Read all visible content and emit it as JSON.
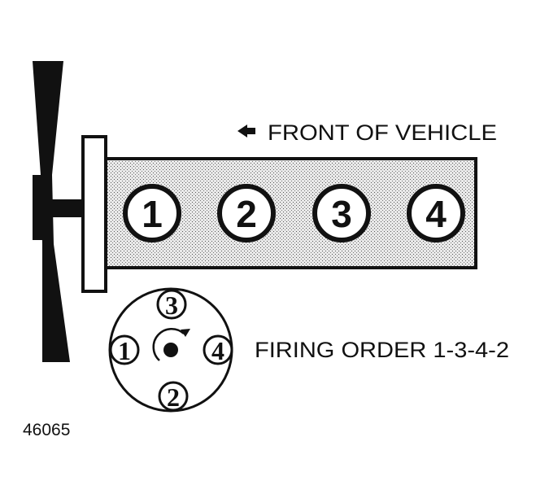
{
  "front_label": "FRONT OF VEHICLE",
  "cylinders": [
    "1",
    "2",
    "3",
    "4"
  ],
  "distributor": {
    "top": "3",
    "left": "1",
    "right": "4",
    "bottom": "2",
    "rotation": "clockwise"
  },
  "firing_order_label": "FIRING ORDER 1-3-4-2",
  "figure_id": "46065",
  "colors": {
    "ink": "#111111",
    "block_fill": "#e4e4e4",
    "paper": "#ffffff"
  }
}
